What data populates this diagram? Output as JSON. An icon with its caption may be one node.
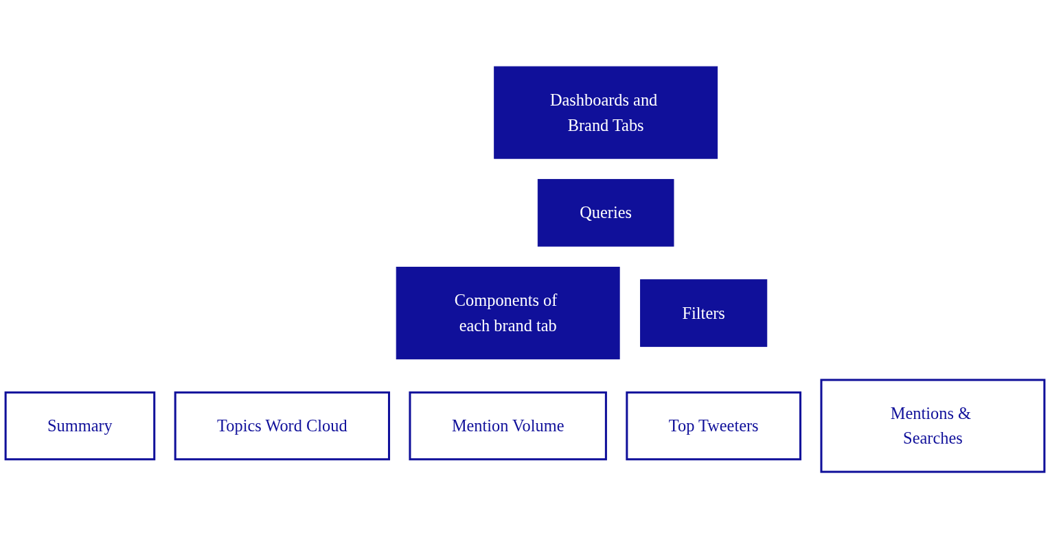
{
  "diagram": {
    "nodes": [
      {
        "text": [
          "Dashboards and Brand Tabs"
        ]
      },
      {
        "text": [
          "Queries"
        ]
      },
      {
        "text": [
          "Components of each brand tab"
        ]
      },
      {
        "text": [
          "Filters"
        ]
      },
      {
        "text": [
          "Summary"
        ]
      },
      {
        "text": [
          "Topics Word Cloud"
        ]
      },
      {
        "text": [
          "Mention Volume"
        ]
      },
      {
        "text": [
          "Top Tweeters"
        ]
      },
      {
        "text": [
          "Mentions & Searches"
        ]
      }
    ],
    "edges": []
  }
}
